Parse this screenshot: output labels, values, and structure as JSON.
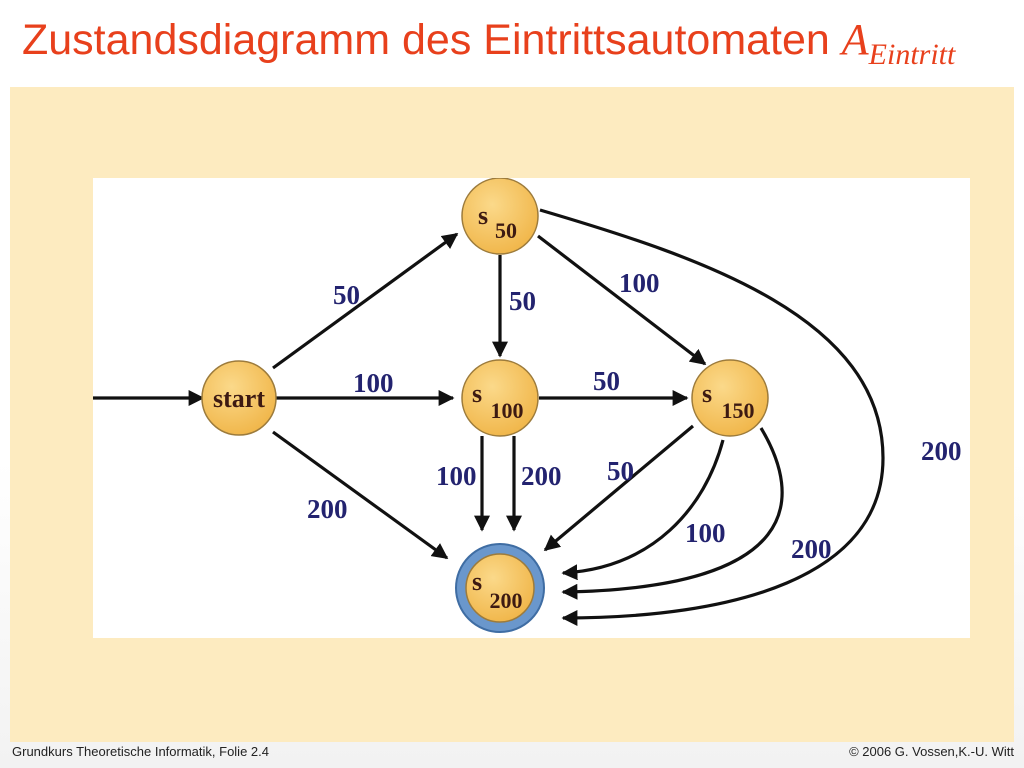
{
  "slide": {
    "title_text": "Zustandsdiagramm des Eintrittsautomaten ",
    "title_symbol": "A",
    "title_subscript": "Eintritt"
  },
  "diagram": {
    "states": {
      "start": {
        "label": "start"
      },
      "s50": {
        "main": "s",
        "sub": "50"
      },
      "s100": {
        "main": "s",
        "sub": "100"
      },
      "s150": {
        "main": "s",
        "sub": "150"
      },
      "s200": {
        "main": "s",
        "sub": "200",
        "accepting": true
      }
    },
    "edges": [
      {
        "from": "start",
        "to": "s50",
        "label": "50"
      },
      {
        "from": "start",
        "to": "s100",
        "label": "100"
      },
      {
        "from": "start",
        "to": "s200",
        "label": "200"
      },
      {
        "from": "s50",
        "to": "s100",
        "label": "50"
      },
      {
        "from": "s50",
        "to": "s150",
        "label": "100"
      },
      {
        "from": "s50",
        "to": "s200",
        "label": "200"
      },
      {
        "from": "s100",
        "to": "s150",
        "label": "50"
      },
      {
        "from": "s100",
        "to": "s200",
        "label": "100"
      },
      {
        "from": "s100",
        "to": "s200",
        "label": "200"
      },
      {
        "from": "s150",
        "to": "s200",
        "label": "50"
      },
      {
        "from": "s150",
        "to": "s200",
        "label": "100"
      },
      {
        "from": "s150",
        "to": "s200",
        "label": "200"
      }
    ],
    "colors": {
      "state_fill": "#f6c45a",
      "state_stroke": "#9c7b3c",
      "accepting_ring": "#6a97cc",
      "edge": "#111111",
      "edge_label": "#23236f",
      "title": "#e8401c",
      "background": "#fdebc0"
    }
  },
  "footer": {
    "left": "Grundkurs Theoretische Informatik, Folie 2.4",
    "right": "© 2006 G. Vossen,K.-U. Witt"
  }
}
